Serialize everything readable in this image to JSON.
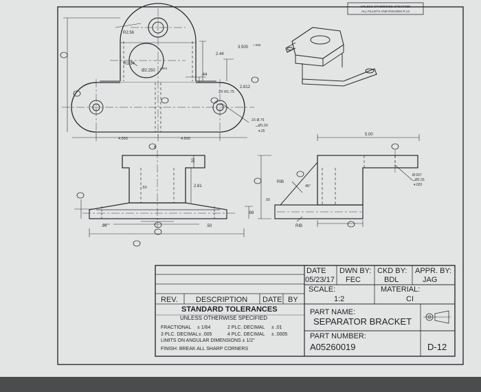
{
  "header_note": [
    "UNLESS OTHERWISE SPECIFIED",
    "ALL FILLETS AND ROUNDS R.12"
  ],
  "dimensions": {
    "r2_56": "R2.56",
    "r1_94": "R1.94",
    "d3_500": "3.500",
    "d3_500_tol": "+.005",
    "d2_44": "2.44",
    "d2_250": "Ø2.250",
    "d2_250_tol": "+.001",
    "d_44": ".44",
    "d2_812": "2.812",
    "r1_75": "2X R1.75",
    "hole_note": [
      "2X Ø.75",
      "⌴Ø1.00",
      "▾.25"
    ],
    "d4_500_left": "4.500",
    "d4_500_right": "4.500",
    "d5_00": "5.00",
    "d2_81": "2.81",
    "d_50_left": ".50",
    "d_50_bot": ".50",
    "d_94": ".94",
    "d_68": ".68",
    "d_50_side": ".50",
    "rib_top": "RIB",
    "rib_bottom": "RIB",
    "angle": "45°",
    "cb_note": [
      "Ø.937",
      "⌴Ø2.25",
      "▾.020"
    ],
    "balloon_b": "B",
    "balloon_c": "C",
    "balloon_d": "D",
    "balloon_e": "E",
    "balloon_k": "K",
    "balloon_j": "J",
    "balloon_a": "A",
    "balloon_m": "M",
    "balloon_g": "G",
    "balloon_h": "H",
    "balloon_n": "N",
    "balloon_l": "L",
    "balloon_f": "F"
  },
  "title_block": {
    "date_label": "DATE",
    "date_value": "05/23/17",
    "drawn_label": "DWN BY:",
    "drawn_value": "FEC",
    "checked_label": "CKD BY:",
    "checked_value": "BDL",
    "approved_label": "APPR. BY:",
    "approved_value": "JAG",
    "scale_label": "SCALE:",
    "scale_value": "1:2",
    "material_label": "MATERIAL:",
    "material_value": "CI",
    "rev_label": "REV.",
    "desc_label": "DESCRIPTION",
    "rev_date_label": "DATE",
    "by_label": "BY",
    "tol_title": "STANDARD TOLERANCES",
    "tol_subtitle": "UNLESS OTHERWISE SPECIFIED",
    "tol_frac_label": "FRACTIONAL",
    "tol_frac_value": "± 1/64",
    "tol_2plc_label": "2 PLC. DECIMAL",
    "tol_2plc_value": "± .01",
    "tol_3plc_label": "3 PLC. DECIMAL",
    "tol_3plc_value": "± .005",
    "tol_4plc_label": "4 PLC. DECIMAL",
    "tol_4plc_value": "± .0005",
    "tol_angle": "LIMITS ON ANGULAR DIMENSIONS ± 1/2°",
    "tol_finish": "FINISH: BREAK ALL SHARP CORNERS",
    "part_name_label": "PART NAME:",
    "part_name_value": "SEPARATOR BRACKET",
    "part_number_label": "PART NUMBER:",
    "part_number_value": "A05260019",
    "sheet_number": "D-12"
  },
  "colors": {
    "paper": "#e4e6e6",
    "ink": "#2a2c30",
    "background": "#55585a"
  }
}
